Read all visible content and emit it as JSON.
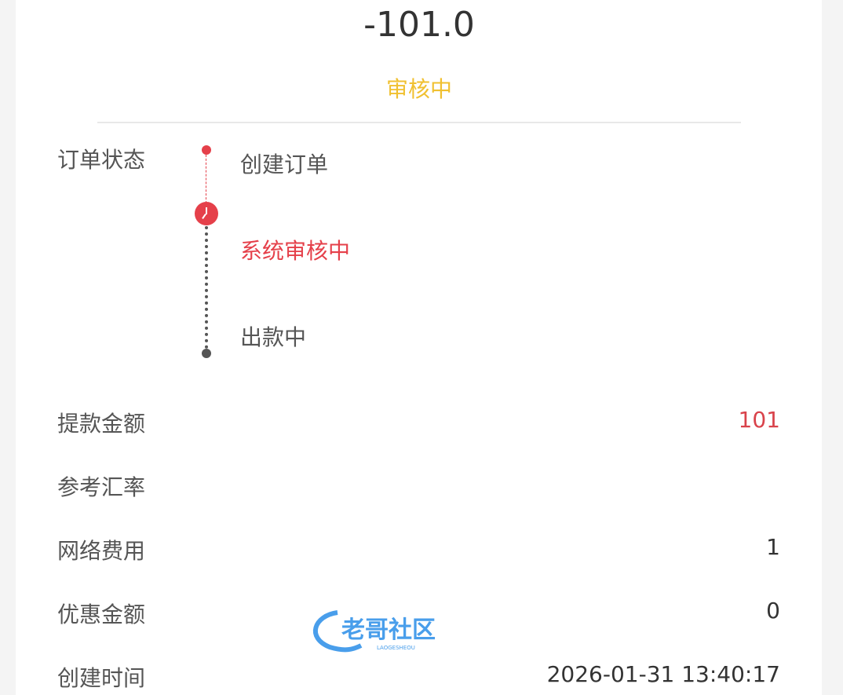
{
  "header": {
    "amount": "-101.0",
    "status": "审核中"
  },
  "order_status": {
    "label": "订单状态",
    "steps": [
      {
        "label": "创建订单",
        "state": "done"
      },
      {
        "label": "系统审核中",
        "state": "current"
      },
      {
        "label": "出款中",
        "state": "pending"
      }
    ]
  },
  "details": [
    {
      "label": "提款金额",
      "value": "101"
    },
    {
      "label": "参考汇率",
      "value": ""
    },
    {
      "label": "网络费用",
      "value": "1"
    },
    {
      "label": "优惠金额",
      "value": "0"
    },
    {
      "label": "创建时间",
      "value": "2026-01-31 13:40:17"
    }
  ],
  "watermark": {
    "text": "老哥社区",
    "sub": "LAOGESHEOU"
  },
  "colors": {
    "accent": "#e5404a",
    "pending": "#f0c030"
  }
}
